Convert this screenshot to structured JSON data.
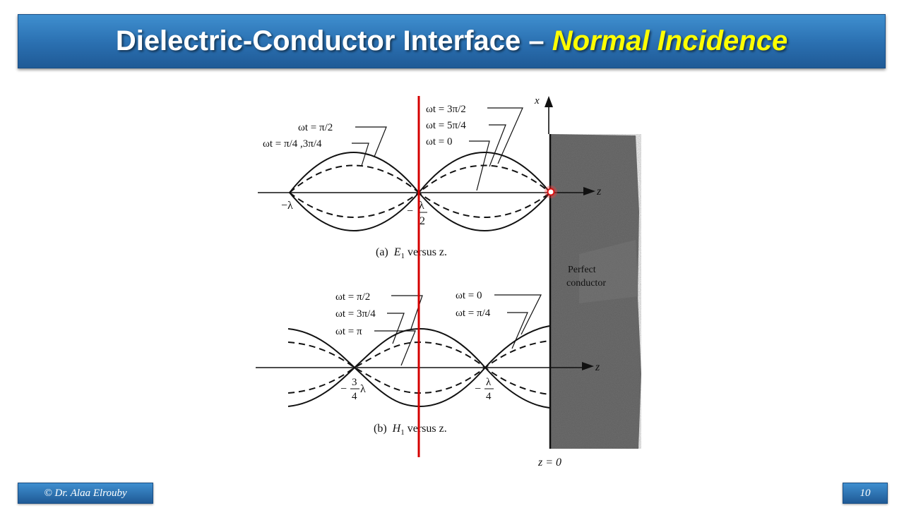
{
  "header": {
    "title_main": "Dielectric-Conductor Interface – ",
    "title_accent": "Normal Incidence"
  },
  "figure_a": {
    "labels": {
      "l1": "ωt = 3π/2",
      "l2": "ωt = 5π/4",
      "l3": "ωt = 0",
      "l4": "ωt = π/2",
      "l5": "ωt = π/4 ,3π/4"
    },
    "tick_neg_lambda": "−λ",
    "tick_half_minus": "−",
    "tick_half_num": "λ",
    "tick_half_den": "2",
    "caption_prefix": "(a)",
    "caption_sym": "E",
    "caption_sub": "1",
    "caption_rest": " versus z."
  },
  "figure_b": {
    "labels": {
      "l1": "ωt = π/2",
      "l2": "ωt = 3π/4",
      "l3": "ωt = π",
      "l4": "ωt = 0",
      "l5": "ωt = π/4"
    },
    "tick_3q_minus": "−",
    "tick_3q_num": "3",
    "tick_3q_den": "4",
    "tick_3q_lambda": "λ",
    "tick_1q_minus": "−",
    "tick_1q_num": "λ",
    "tick_1q_den": "4",
    "caption_prefix": "(b)",
    "caption_sym": "H",
    "caption_sub": "1",
    "caption_rest": " versus z."
  },
  "axes": {
    "x": "x",
    "z": "z"
  },
  "conductor": {
    "line1": "Perfect",
    "line2": "conductor",
    "position": "z = 0"
  },
  "footer": {
    "author": "© Dr. Alaa Elrouby",
    "slide_number": "10"
  },
  "colors": {
    "title_bar": "#2a6fb0",
    "title_accent": "#ffff00",
    "marker_line": "#d40000",
    "conductor": "#5a5a5a"
  }
}
